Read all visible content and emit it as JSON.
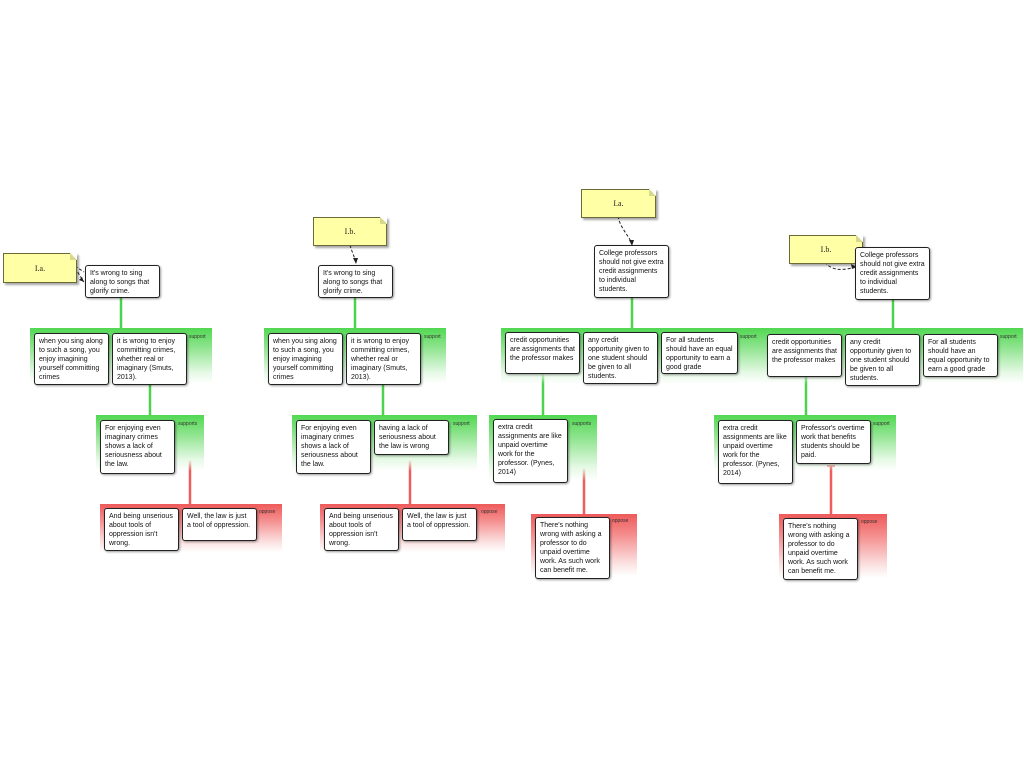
{
  "labels": {
    "support": "support",
    "supports": "supports",
    "oppose": "oppose"
  },
  "notes": [
    "I.a.",
    "I.b.",
    "I.a.",
    "I.b."
  ],
  "m1": {
    "claim": "It's wrong to sing along to songs that glorify crime.",
    "r1a": "when you sing along to such a song, you enjoy imagining yourself committing crimes",
    "r1b": "it is wrong to enjoy committing crimes, whether real or imaginary (Smuts, 2013).",
    "r2a": "For enjoying even imaginary crimes shows a lack of seriousness about the law.",
    "o1a": "And being unserious about tools of oppression isn't wrong.",
    "o1b": "Well, the law is just a tool of oppression."
  },
  "m2": {
    "claim": "It's wrong to sing along to songs that glorify crime.",
    "r1a": "when you sing along to such a song, you enjoy imagining yourself committing crimes",
    "r1b": "it is wrong to enjoy committing crimes, whether real or imaginary (Smuts, 2013).",
    "r2a": "For enjoying even imaginary crimes shows a lack of seriousness about the law.",
    "r2b": "having a lack of seriousness about the law is wrong",
    "o1a": "And being unserious about tools of oppression isn't wrong.",
    "o1b": "Well, the law is just a tool of oppression."
  },
  "m3": {
    "claim": "College professors should not give extra credit assignments to individual students.",
    "r1a": "credit opportunities are assignments that the professor makes",
    "r1b": "any credit opportunity given to one student should be given to all students.",
    "r1c": "For all students should have an equal opportunity to earn a good grade",
    "r2a": "extra credit assignments are like unpaid overtime work for the professor. (Pynes, 2014)",
    "o1a": "There's nothing wrong with asking a professor to do unpaid overtime work. As such work can benefit me."
  },
  "m4": {
    "claim": "College professors should not give extra credit assignments to individual students.",
    "r1a": "credit opportunities are assignments that the professor makes",
    "r1b": "any credit opportunity given to one student should be given to all students.",
    "r1c": "For all students should have an equal opportunity to earn a good grade",
    "r2a": "extra credit assignments are like unpaid overtime work for the professor. (Pynes, 2014)",
    "r2b": "Professor's overtime work that benefits students should be paid.",
    "o1a": "There's nothing wrong with asking a professor to do unpaid overtime work. As such work can benefit me."
  }
}
